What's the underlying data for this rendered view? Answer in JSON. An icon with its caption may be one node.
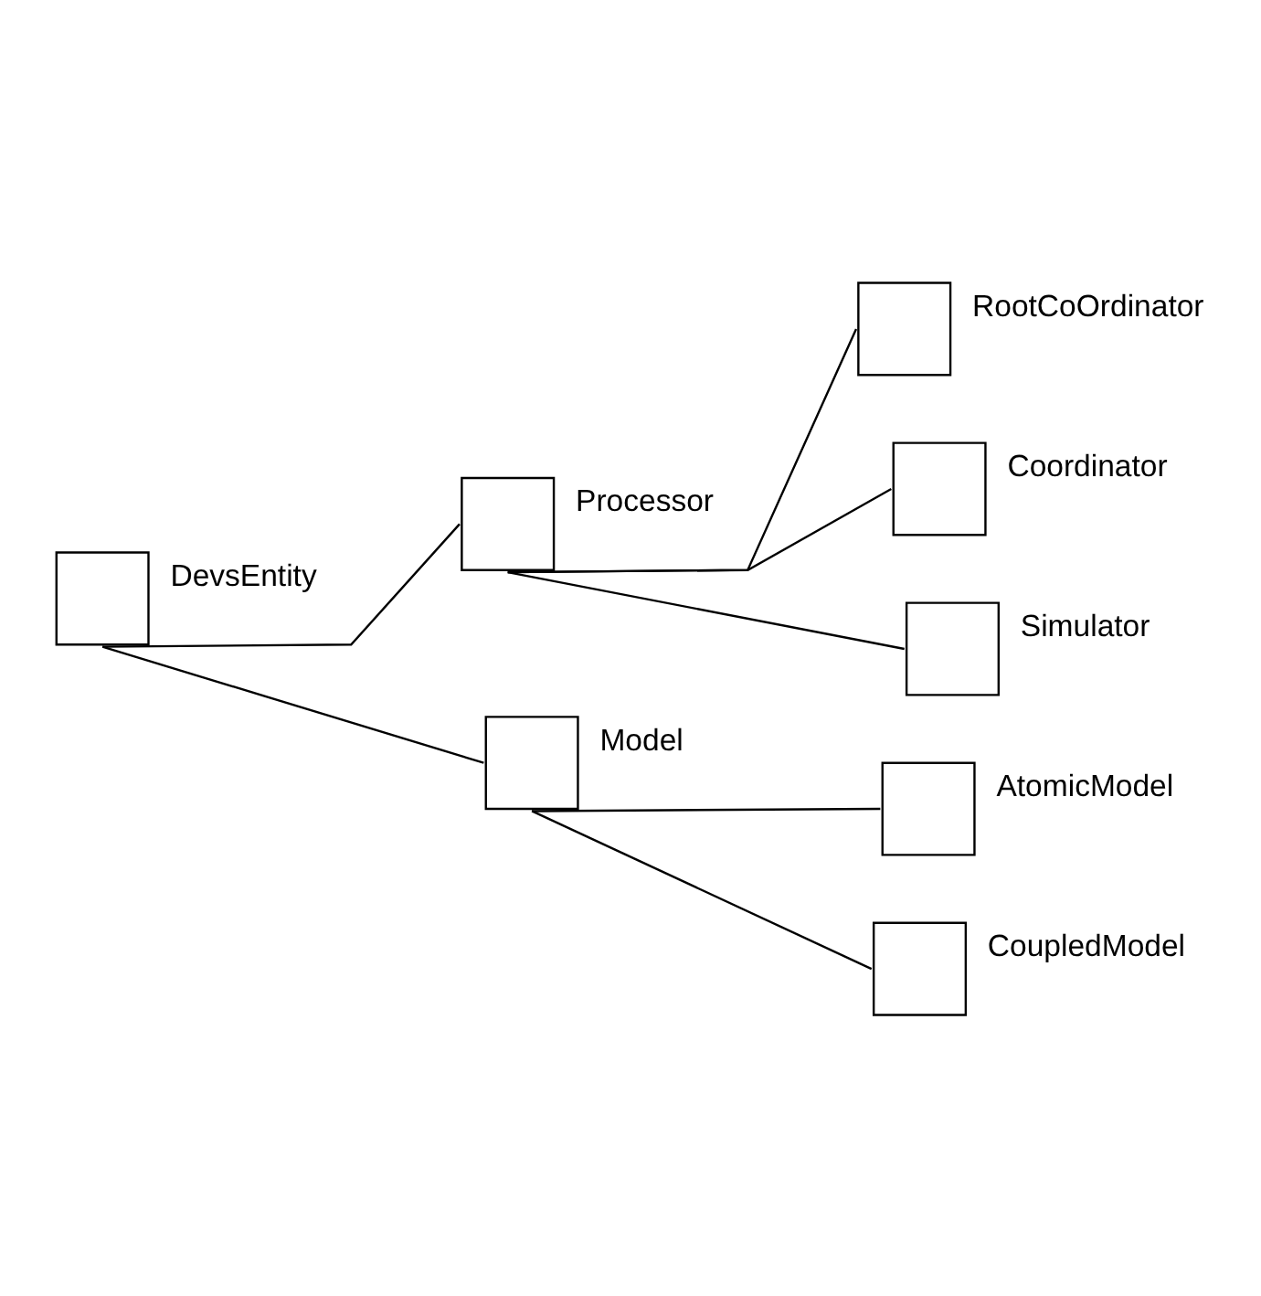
{
  "diagram": {
    "nodes": [
      {
        "text": [],
        "shape": "box",
        "beside": [
          "DevsEntity"
        ]
      },
      {
        "text": [],
        "shape": "box",
        "beside": [
          "Processor"
        ]
      },
      {
        "text": [],
        "shape": "box",
        "beside": [
          "RootCoOrdinator"
        ]
      },
      {
        "text": [],
        "shape": "box",
        "beside": [
          "Coordinator"
        ]
      },
      {
        "text": [],
        "shape": "box",
        "beside": [
          "Simulator"
        ]
      },
      {
        "text": [],
        "shape": "box",
        "beside": [
          "Model"
        ]
      },
      {
        "text": [],
        "shape": "box",
        "beside": [
          "AtomicModel"
        ]
      },
      {
        "text": [],
        "shape": "box",
        "beside": [
          "CoupledModel"
        ]
      }
    ],
    "edges": [
      {
        "from": 0,
        "to": 1,
        "arrow": "none"
      },
      {
        "from": 1,
        "to": 2,
        "arrow": "none"
      },
      {
        "from": 1,
        "to": 3,
        "arrow": "none"
      },
      {
        "from": 1,
        "to": 4,
        "arrow": "none"
      },
      {
        "from": 0,
        "to": 5,
        "arrow": "none"
      },
      {
        "from": 5,
        "to": 6,
        "arrow": "none"
      },
      {
        "from": 5,
        "to": 7,
        "arrow": "none"
      }
    ]
  }
}
